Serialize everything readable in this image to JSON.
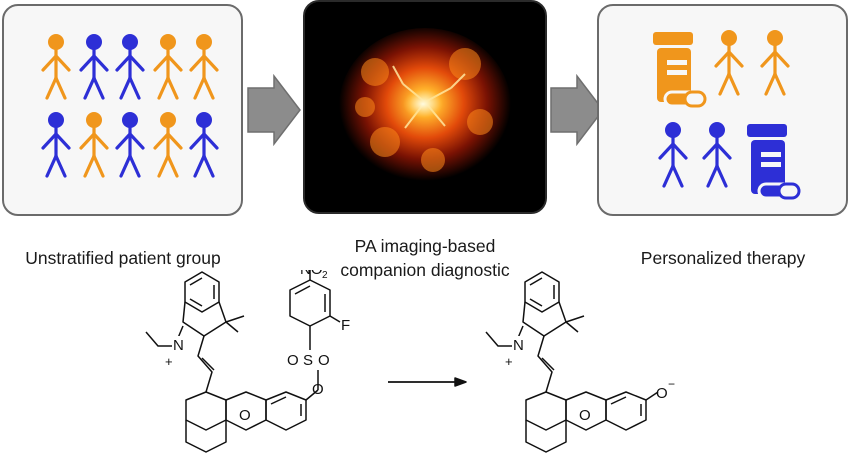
{
  "captions": {
    "left": "Unstratified patient group",
    "middle_line1": "PA imaging-based",
    "middle_line2": "companion diagnostic",
    "right": "Personalized therapy"
  },
  "colors": {
    "orange": "#f0961c",
    "blue": "#2d2fd6",
    "panel_border": "#6b6b6b",
    "arrow": "#8c8c8c"
  },
  "icons": {
    "person": "stick-figure-icon",
    "pill_bottle": "pill-bottle-icon",
    "arrow": "block-arrow-right-icon"
  },
  "chemistry": {
    "nitro_group": "NO",
    "nitro_subscript": "2",
    "n_label": "N",
    "charge_plus": "+",
    "fluorine": "F",
    "oxygen": "O",
    "sulfur": "S",
    "charge_minus": "−"
  }
}
